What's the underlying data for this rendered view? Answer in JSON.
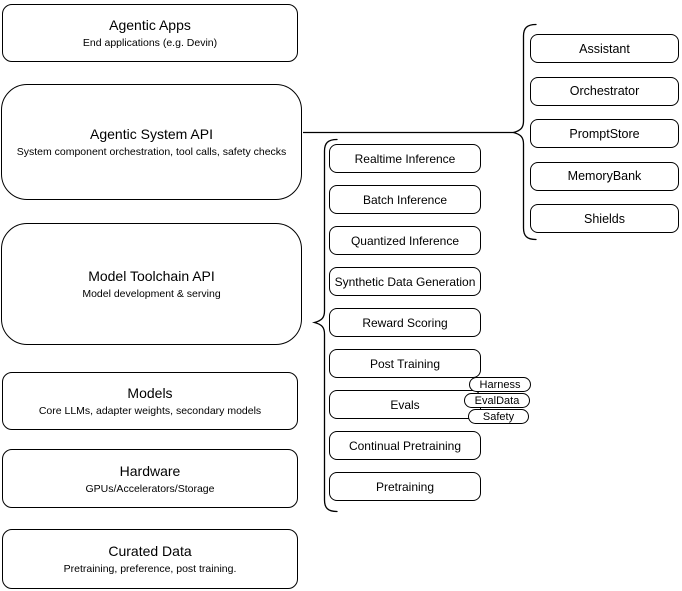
{
  "diagram": {
    "left_column": [
      {
        "title": "Agentic Apps",
        "subtitle": "End applications (e.g. Devin)"
      },
      {
        "title": "Agentic System API",
        "subtitle": "System component orchestration, tool calls, safety checks"
      },
      {
        "title": "Model Toolchain API",
        "subtitle": "Model development & serving"
      },
      {
        "title": "Models",
        "subtitle": "Core LLMs, adapter weights, secondary models"
      },
      {
        "title": "Hardware",
        "subtitle": "GPUs/Accelerators/Storage"
      },
      {
        "title": "Curated Data",
        "subtitle": "Pretraining, preference, post training."
      }
    ],
    "toolchain_components": [
      "Realtime Inference",
      "Batch Inference",
      "Quantized Inference",
      "Synthetic Data Generation",
      "Reward Scoring",
      "Post Training",
      "Evals",
      "Continual Pretraining",
      "Pretraining"
    ],
    "evals_tags": [
      "Harness",
      "EvalData",
      "Safety"
    ],
    "system_components": [
      "Assistant",
      "Orchestrator",
      "PromptStore",
      "MemoryBank",
      "Shields"
    ],
    "colors": {
      "stroke": "#000000",
      "fill": "#ffffff",
      "text": "#000000",
      "background": "#ffffff"
    }
  }
}
